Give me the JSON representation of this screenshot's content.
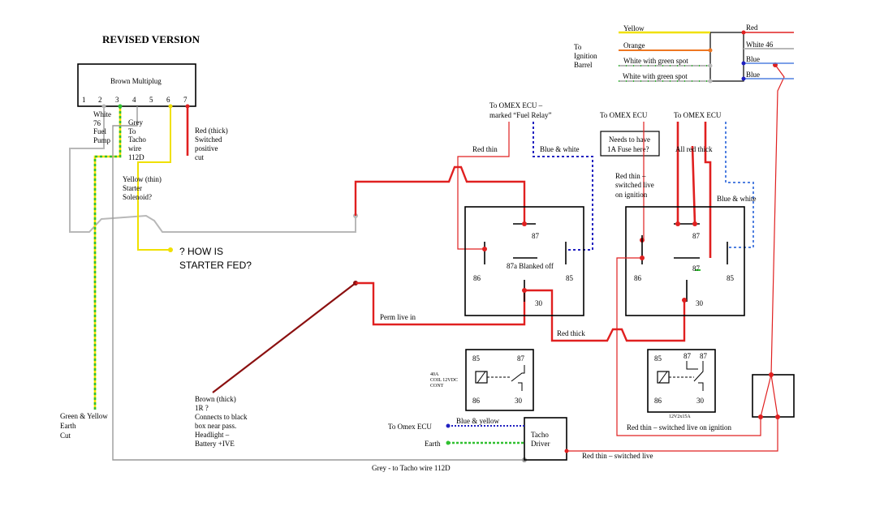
{
  "title": "REVISED VERSION",
  "multiplug": {
    "label": "Brown Multiplug",
    "pins": [
      "1",
      "2",
      "3",
      "4",
      "5",
      "6",
      "7"
    ]
  },
  "labels": {
    "white76": [
      "White",
      "76",
      "Fuel",
      "Pump"
    ],
    "grey_tacho": [
      "Grey",
      "To",
      "Tacho",
      "wire",
      "112D"
    ],
    "red_thick_cut": [
      "Red (thick)",
      "Switched",
      "positive",
      "cut"
    ],
    "yellow_thin": [
      "Yellow (thin)",
      "Starter",
      "Solenoid?"
    ],
    "how_starter": [
      "? HOW IS",
      "STARTER FED?"
    ],
    "green_yellow": [
      "Green & Yellow",
      "Earth",
      "Cut"
    ],
    "brown_thick": [
      "Brown (thick)",
      "1R ?",
      "Connects to black",
      "box near pass.",
      "Headlight –",
      "Battery +IVE"
    ],
    "grey_bottom": "Grey - to Tacho wire 112D",
    "to_ignition": [
      "To",
      "Ignition",
      "Barrel"
    ],
    "wire_yellow": "Yellow",
    "wire_orange": "Orange",
    "wire_white_green_1": "White with green spot",
    "wire_white_green_2": "White with green spot",
    "wire_red": "Red",
    "wire_white46": "White 46",
    "wire_blue_1": "Blue",
    "wire_blue_2": "Blue",
    "omex_fuel_relay": [
      "To OMEX ECU –",
      "marked “Fuel Relay”"
    ],
    "to_omex_2": "To OMEX ECU",
    "to_omex_3": "To OMEX ECU",
    "red_thin": "Red thin",
    "blue_white_1": "Blue & white",
    "fuse_note": [
      "Needs to have",
      "1A Fuse here?"
    ],
    "all_red_thick": "All red thick",
    "red_thin_switched": [
      "Red thin –",
      "switched live",
      "on ignition"
    ],
    "blue_white_2": "Blue & white",
    "perm_live": "Perm live in",
    "red_thick": "Red thick",
    "relay1": {
      "p87": "87",
      "p86": "86",
      "p85": "85",
      "p30": "30",
      "note": "87a Blanked off"
    },
    "relay2": {
      "p87": "87",
      "p87b": "87",
      "p86": "86",
      "p85": "85",
      "p30": "30"
    },
    "relay_small1": {
      "p85": "85",
      "p87": "87",
      "p86": "86",
      "p30": "30",
      "spec": [
        "40A",
        "COIL 12VDC",
        "CONT"
      ]
    },
    "relay_small2": {
      "p85": "85",
      "p87a": "87",
      "p87b": "87",
      "p86": "86",
      "p30": "30",
      "spec": "12V2x15A"
    },
    "red_thin_switched_ign": "Red thin – switched live on ignition",
    "to_omex_ecu_bottom": "To Omex ECU",
    "blue_yellow": "Blue & yellow",
    "earth": "Earth",
    "tacho_driver": [
      "Tacho",
      "Driver"
    ],
    "red_thin_switched_live": "Red thin – switched live"
  },
  "colors": {
    "red": "#e02020",
    "dark_red": "#8b1010",
    "yellow": "#f0e000",
    "green": "#30c030",
    "grey": "#b0b0b0",
    "blue": "#2020c0",
    "orange": "#ee7722",
    "light_blue": "#5080e0"
  }
}
